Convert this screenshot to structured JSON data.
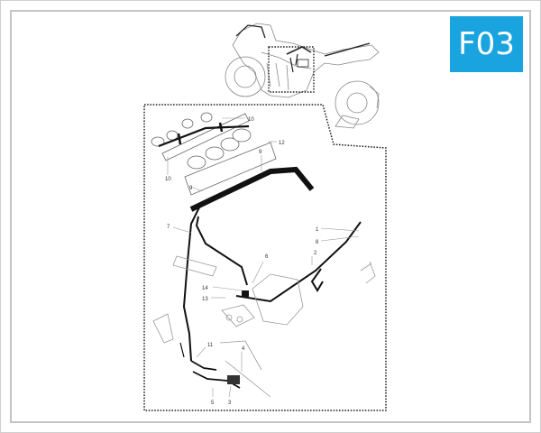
{
  "page": {
    "code_badge": "F03",
    "badge_color": "#19a4e0",
    "border_color": "#c4c4c4"
  },
  "diagram": {
    "type": "exploded parts diagram",
    "subject": "motorcycle wiring harness (engine section)",
    "callouts": [
      {
        "id": "callout-10-top",
        "label": "10"
      },
      {
        "id": "callout-10-left",
        "label": "10"
      },
      {
        "id": "callout-12",
        "label": "12"
      },
      {
        "id": "callout-9-top",
        "label": "9"
      },
      {
        "id": "callout-9-left",
        "label": "9"
      },
      {
        "id": "callout-7",
        "label": "7"
      },
      {
        "id": "callout-1",
        "label": "1"
      },
      {
        "id": "callout-8",
        "label": "8"
      },
      {
        "id": "callout-2",
        "label": "2"
      },
      {
        "id": "callout-6",
        "label": "6"
      },
      {
        "id": "callout-14",
        "label": "14"
      },
      {
        "id": "callout-13",
        "label": "13"
      },
      {
        "id": "callout-11",
        "label": "11"
      },
      {
        "id": "callout-4",
        "label": "4"
      },
      {
        "id": "callout-5",
        "label": "5"
      },
      {
        "id": "callout-3",
        "label": "3"
      }
    ]
  }
}
